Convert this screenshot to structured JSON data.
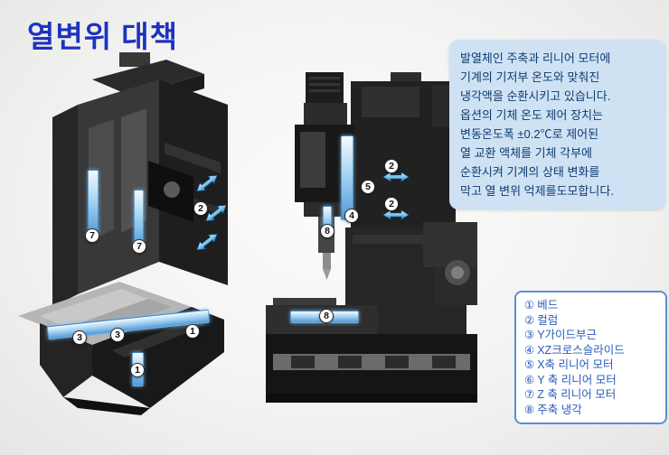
{
  "page": {
    "title": "열변위 대책"
  },
  "colors": {
    "title_blue": "#1d33bd",
    "info_box_bg": "#cfe2f4",
    "info_text": "#0e3c70",
    "legend_border": "#5b8fd0",
    "legend_text": "#2a5cb8",
    "coolant_blue": "#4e9ad8",
    "arrow_blue": "#2e9fe6"
  },
  "info_box": {
    "lines": [
      "발열체인 주축과 리니어 모터에",
      "기계의 기저부 온도와 맞춰진",
      "냉각액을 순환시키고 있습니다.",
      "옵션의 기체 온도 제어 장치는",
      "변동온도폭 ±0.2℃로 제어된",
      "열 교환 액체를 기체 각부에",
      "순환시켜 기계의 상태 변화를",
      "막고 열 변위 억제를도모합니다."
    ]
  },
  "legend": {
    "items": [
      {
        "num": "①",
        "label": "베드"
      },
      {
        "num": "②",
        "label": "컬럼"
      },
      {
        "num": "③",
        "label": "Y가이드부근"
      },
      {
        "num": "④",
        "label": "XZ크로스슬라이드"
      },
      {
        "num": "⑤",
        "label": "X축 리니어 모터"
      },
      {
        "num": "⑥",
        "label": "Y 축 리니어 모터"
      },
      {
        "num": "⑦",
        "label": "Z 축 리니어 모터"
      },
      {
        "num": "⑧",
        "label": "주축 냉각"
      }
    ]
  },
  "machine_markers": {
    "left": [
      "2",
      "7",
      "7",
      "3",
      "3",
      "1",
      "1"
    ],
    "right": [
      "2",
      "5",
      "2",
      "4",
      "8",
      "8"
    ]
  }
}
